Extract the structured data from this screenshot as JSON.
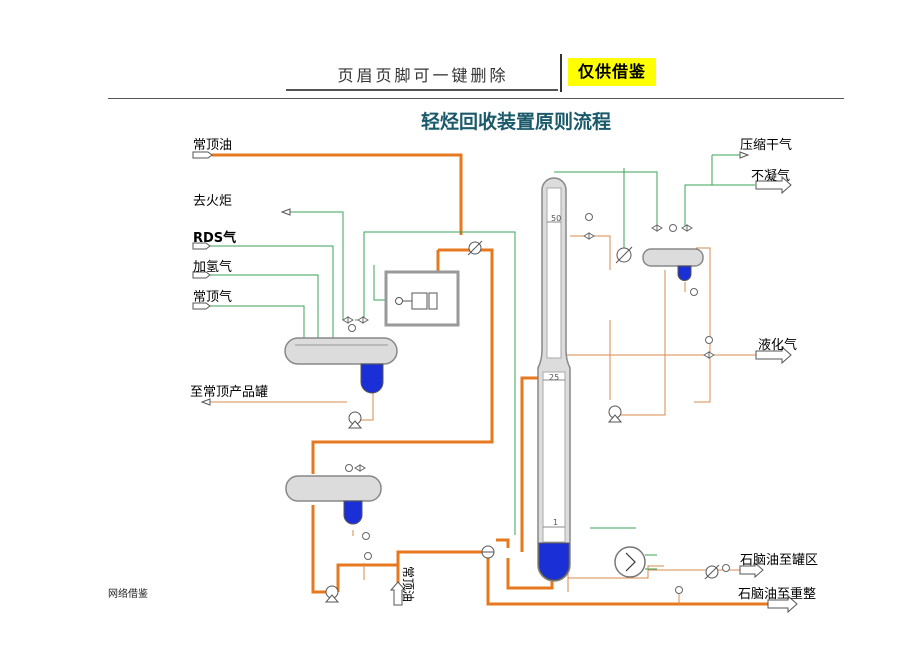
{
  "header": {
    "text": "页眉页脚可一键删除",
    "badge": "仅供借鉴"
  },
  "footer": {
    "text": "网络借鉴"
  },
  "diagram": {
    "title": "轻烃回收装置原则流程",
    "labels": {
      "changding_you_in": "常顶油",
      "qu_huoju": "去火炬",
      "rds_qi": "RDS气",
      "jiaqing_qi": "加氢气",
      "changding_qi": "常顶气",
      "zhi_changding_guan": "至常顶产品罐",
      "changding_you_vertical": "常顶油",
      "yasuo_ganqi": "压缩干气",
      "buning_qi": "不凝气",
      "yehua_qi": "液化气",
      "naoyou_guanqu": "石脑油至罐区",
      "naoyou_chongzheng": "石脑油至重整"
    },
    "tray_marks": {
      "top": "50",
      "mid": "25",
      "bottom": "1"
    }
  }
}
